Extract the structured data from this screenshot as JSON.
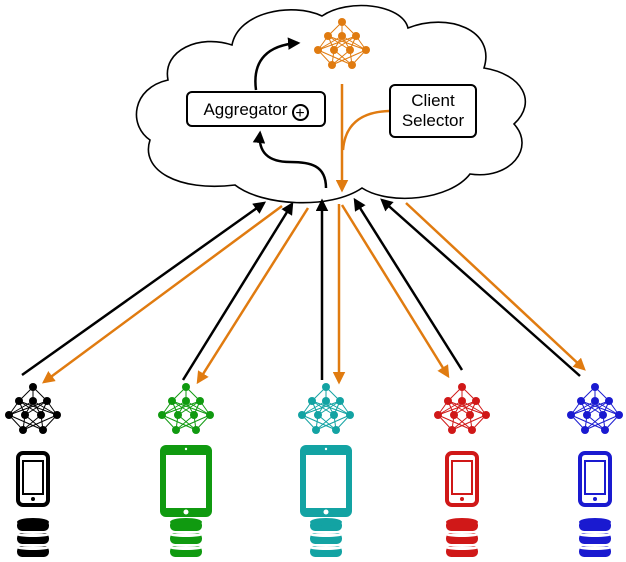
{
  "server": {
    "aggregator_label": "Aggregator",
    "aggregator_symbol": "+",
    "client_selector_line1": "Client",
    "client_selector_line2": "Selector"
  },
  "colors": {
    "server_model": "#e07b10",
    "download_arrow": "#e07b10",
    "upload_arrow": "#000000",
    "clients": [
      "#000000",
      "#109a10",
      "#13a3a3",
      "#d01818",
      "#1a1ad0"
    ]
  },
  "clients": [
    {
      "device": "phone",
      "color": "#000000"
    },
    {
      "device": "tablet",
      "color": "#109a10"
    },
    {
      "device": "tablet",
      "color": "#13a3a3"
    },
    {
      "device": "phone",
      "color": "#d01818"
    },
    {
      "device": "phone",
      "color": "#1a1ad0"
    }
  ]
}
